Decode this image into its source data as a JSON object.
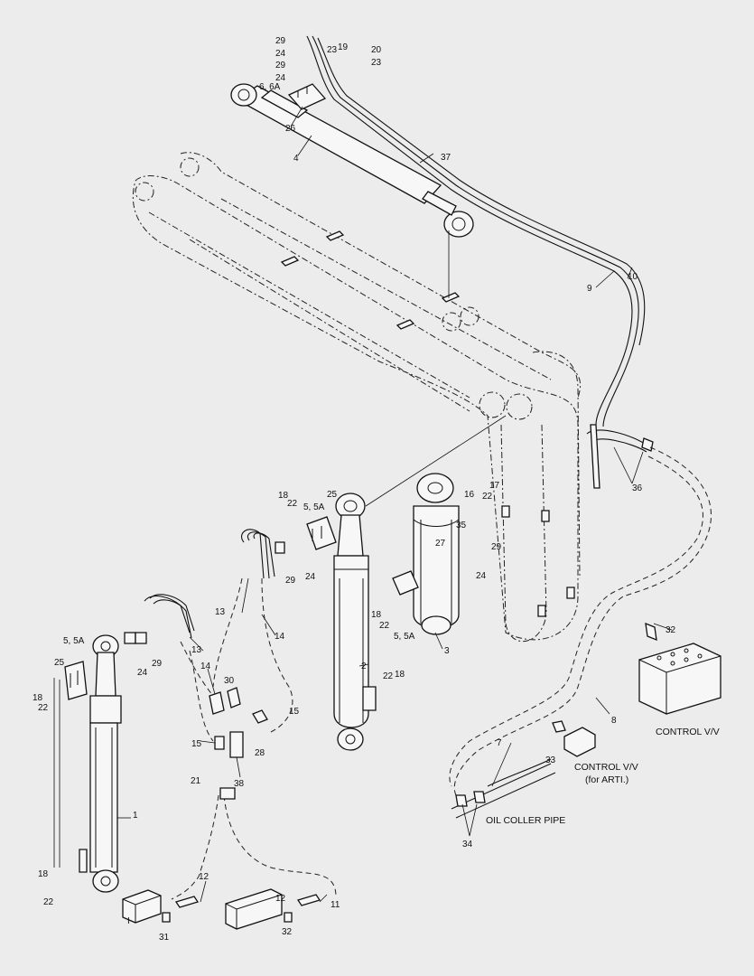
{
  "figure": {
    "background": "#ececec",
    "line_color": "#111111"
  },
  "callouts": {
    "n1": "1",
    "n2": "2",
    "n3": "3",
    "n4": "4",
    "n5_5a_top": "5, 5A",
    "n5_5a_left": "5, 5A",
    "n5_5a_right": "5, 5A",
    "n6_6a": "6, 6A",
    "n7": "7",
    "n8": "8",
    "n9": "9",
    "n10": "10",
    "n11": "11",
    "n12_left": "12",
    "n12_right": "12",
    "n13_upper": "13",
    "n13_lower": "13",
    "n14_upper": "14",
    "n14_lower": "14",
    "n15_left": "15",
    "n15_right": "15",
    "n16": "16",
    "n17": "17",
    "n18_a": "18",
    "n18_b": "18",
    "n18_c": "18",
    "n18_d": "18",
    "n18_e": "18",
    "n19": "19",
    "n20": "20",
    "n21": "21",
    "n22_a": "22",
    "n22_b": "22",
    "n22_c": "22",
    "n22_d": "22",
    "n22_e": "22",
    "n22_f": "22",
    "n23_a": "23",
    "n23_b": "23",
    "n24_a": "24",
    "n24_b": "24",
    "n24_c": "24",
    "n24_d": "24",
    "n25_a": "25",
    "n25_b": "25",
    "n26": "26",
    "n27": "27",
    "n28": "28",
    "n29_a": "29",
    "n29_b": "29",
    "n29_c": "29",
    "n29_d": "29",
    "n29_e": "29",
    "n30": "30",
    "n31": "31",
    "n32_a": "32",
    "n32_b": "32",
    "n33": "33",
    "n34": "34",
    "n35": "35",
    "n36": "36",
    "n37": "37",
    "n38": "38"
  },
  "captions": {
    "control_vv": "CONTROL V/V",
    "control_vv_arti_1": "CONTROL V/V",
    "control_vv_arti_2": "(for ARTI.)",
    "oil_cooler_pipe": "OIL COLLER PIPE",
    "block_mark": "I"
  }
}
